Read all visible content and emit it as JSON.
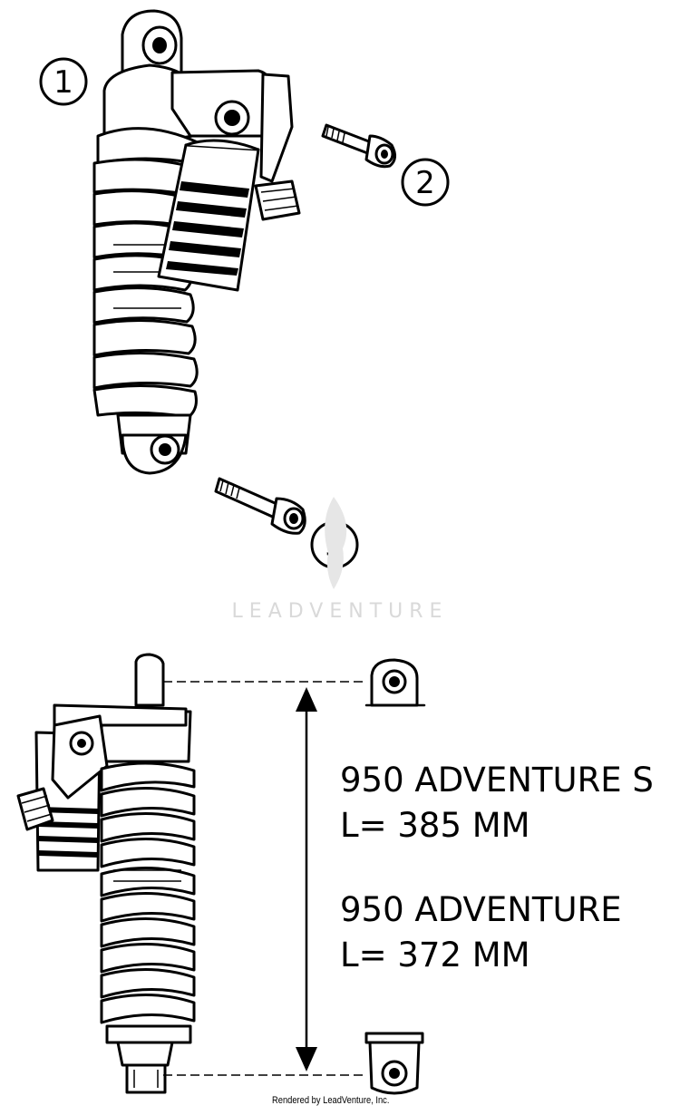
{
  "callouts": [
    "1",
    "2",
    "3"
  ],
  "watermark": "LEADVENTURE",
  "specs": [
    {
      "model": "950 ADVENTURE S",
      "length": "L= 385 MM"
    },
    {
      "model": "950 ADVENTURE",
      "length": "L= 372 MM"
    }
  ],
  "credit": "Rendered by LeadVenture, Inc."
}
